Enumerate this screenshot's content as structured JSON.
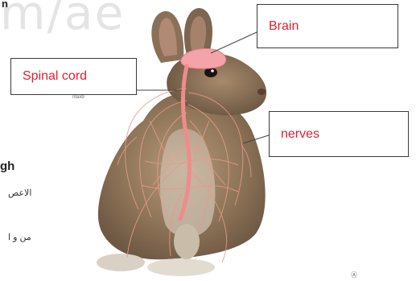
{
  "watermark": "m/ae",
  "page_fragments": {
    "top_left": "n",
    "heading_fragment": "gh",
    "arabic_line_1": "الاعص",
    "arabic_line_2": "من و ا",
    "tiny_text": "ntaxb",
    "small_mark": "Ⓐ"
  },
  "labels": {
    "brain": "Brain",
    "spinal_cord": "Spinal cord",
    "nerves": "nerves"
  },
  "colors": {
    "label_text": "#e0202f",
    "nervous_system": "#f08b8b",
    "brain": "#f4a3a8"
  }
}
